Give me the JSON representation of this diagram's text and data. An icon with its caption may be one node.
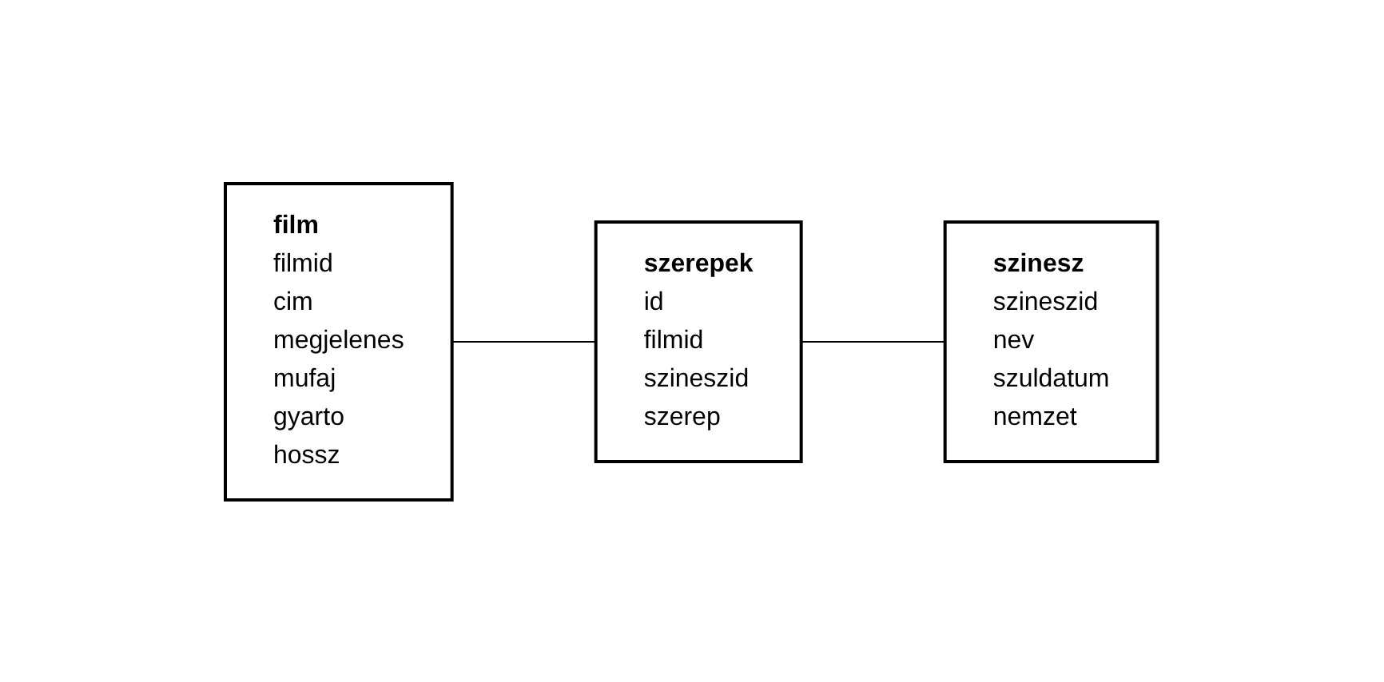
{
  "diagram": {
    "nodes": [
      {
        "text": [
          "film",
          "filmid",
          "cim",
          "megjelenes",
          "mufaj",
          "gyarto",
          "hossz"
        ]
      },
      {
        "text": [
          "szerepek",
          "id",
          "filmid",
          "szineszid",
          "szerep"
        ]
      },
      {
        "text": [
          "szinesz",
          "szineszid",
          "nev",
          "szuldatum",
          "nemzet"
        ]
      }
    ],
    "edges": [
      {
        "from": 0,
        "to": 1,
        "arrow": "none"
      },
      {
        "from": 1,
        "to": 2,
        "arrow": "none"
      }
    ]
  }
}
